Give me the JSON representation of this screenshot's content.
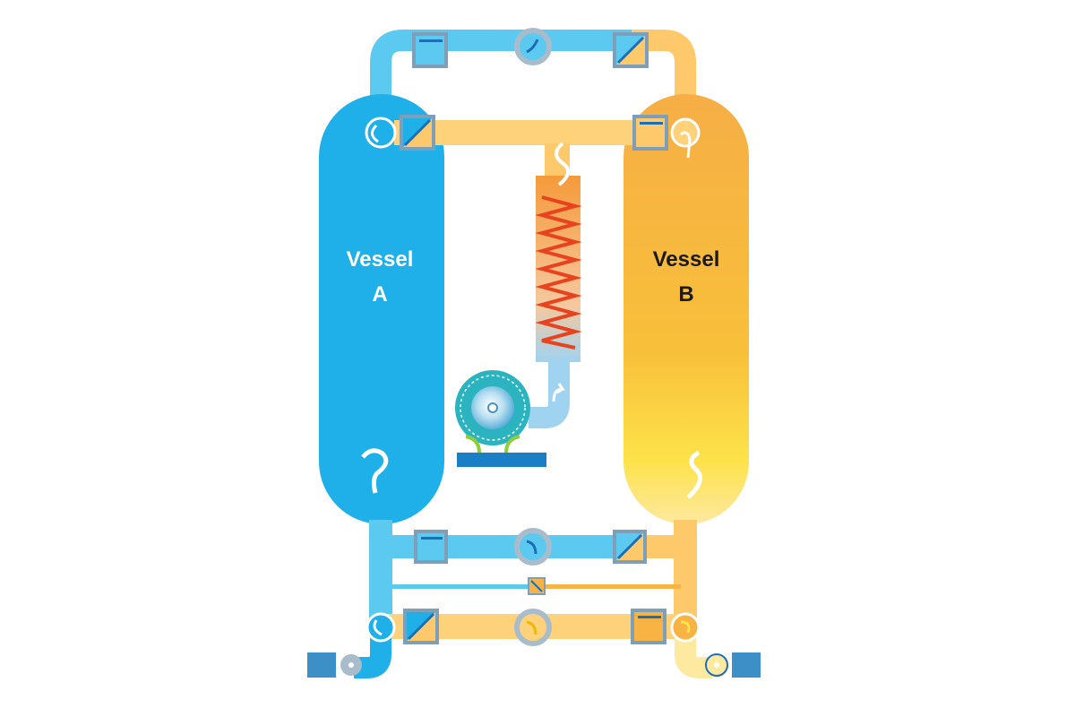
{
  "vessel_a": {
    "line1": "Vessel",
    "line2": "A"
  },
  "vessel_b": {
    "line1": "Vessel",
    "line2": "B"
  },
  "colors": {
    "blue": "#1fb0ea",
    "blue_light": "#5ccaf0",
    "orange": "#f7b445",
    "orange_light": "#fdd27a",
    "yellow": "#fde24a",
    "valve_frame": "#7f9fb8",
    "teal": "#2bb3c0"
  }
}
